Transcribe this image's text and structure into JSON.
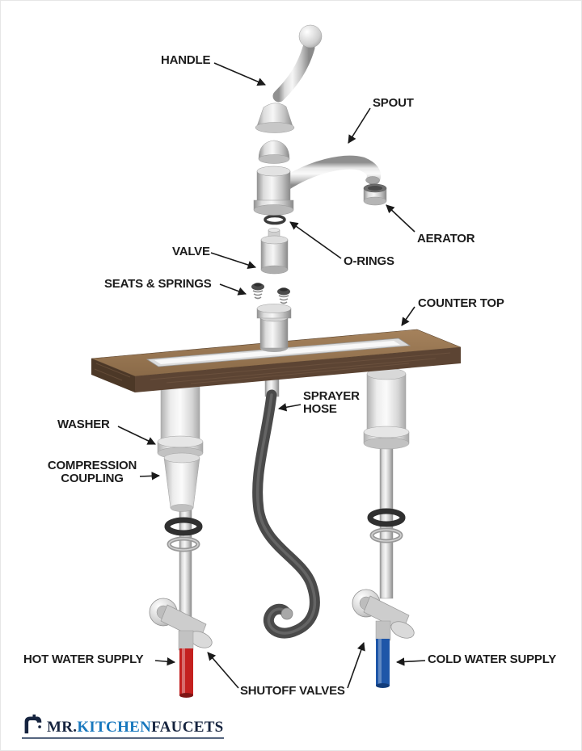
{
  "labels": {
    "handle": "HANDLE",
    "spout": "SPOUT",
    "aerator": "AERATOR",
    "o_rings": "O-RINGS",
    "valve": "VALVE",
    "seats_springs": "SEATS & SPRINGS",
    "counter_top": "COUNTER TOP",
    "sprayer_hose": "SPRAYER\nHOSE",
    "washer": "WASHER",
    "compression_coupling": "COMPRESSION\nCOUPLING",
    "hot_water_supply": "HOT WATER SUPPLY",
    "cold_water_supply": "COLD WATER SUPPLY",
    "shutoff_valves": "SHUTOFF VALVES"
  },
  "logo": {
    "mr": "MR.",
    "kitchen": "KITCHEN",
    "faucets": "FAUCETS"
  },
  "colors": {
    "hot_pipe": "#c4201f",
    "cold_pipe": "#1e56a8",
    "label_text": "#1c1c1c",
    "countertop_top": "#9a784f",
    "countertop_front": "#5c4433",
    "hose": "#4a4a4a",
    "metal": "#c9c9c9",
    "logo_blue": "#1878be",
    "logo_dark": "#16243f"
  }
}
